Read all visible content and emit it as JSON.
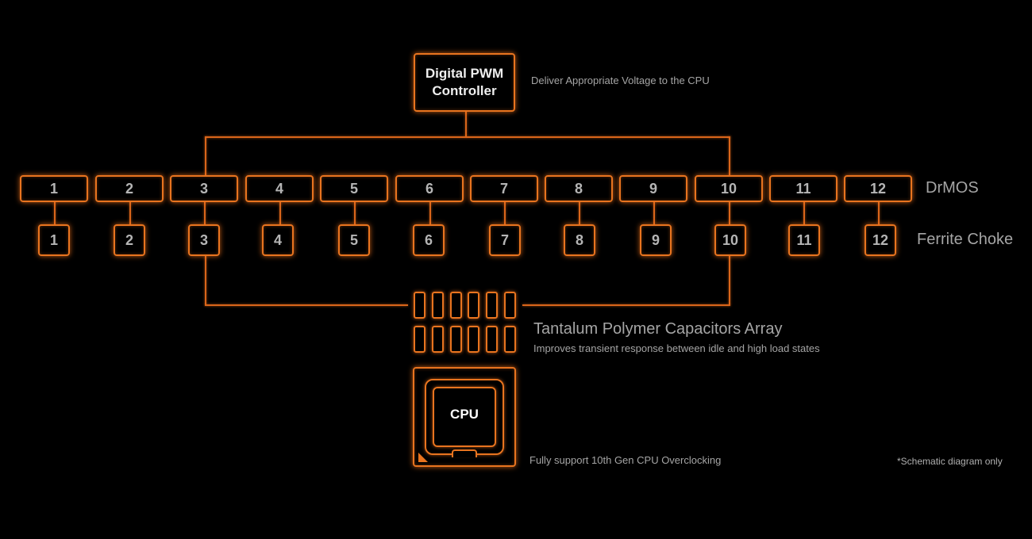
{
  "controller": {
    "label_line1": "Digital PWM",
    "label_line2": "Controller",
    "description": "Deliver Appropriate Voltage to the CPU"
  },
  "drmos": {
    "label": "DrMOS",
    "items": [
      "1",
      "2",
      "3",
      "4",
      "5",
      "6",
      "7",
      "8",
      "9",
      "10",
      "11",
      "12"
    ]
  },
  "ferrite_choke": {
    "label": "Ferrite Choke",
    "items": [
      "1",
      "2",
      "3",
      "4",
      "5",
      "6",
      "7",
      "8",
      "9",
      "10",
      "11",
      "12"
    ]
  },
  "capacitors": {
    "title": "Tantalum Polymer Capacitors Array",
    "description": "Improves transient response between idle and high load states",
    "rows": 2,
    "per_row": 6
  },
  "cpu": {
    "label": "CPU",
    "description": "Fully support 10th Gen CPU Overclocking"
  },
  "footnote": "*Schematic diagram only",
  "colors": {
    "accent": "#e8741f",
    "background": "#000000",
    "text": "#a5a5a5"
  }
}
